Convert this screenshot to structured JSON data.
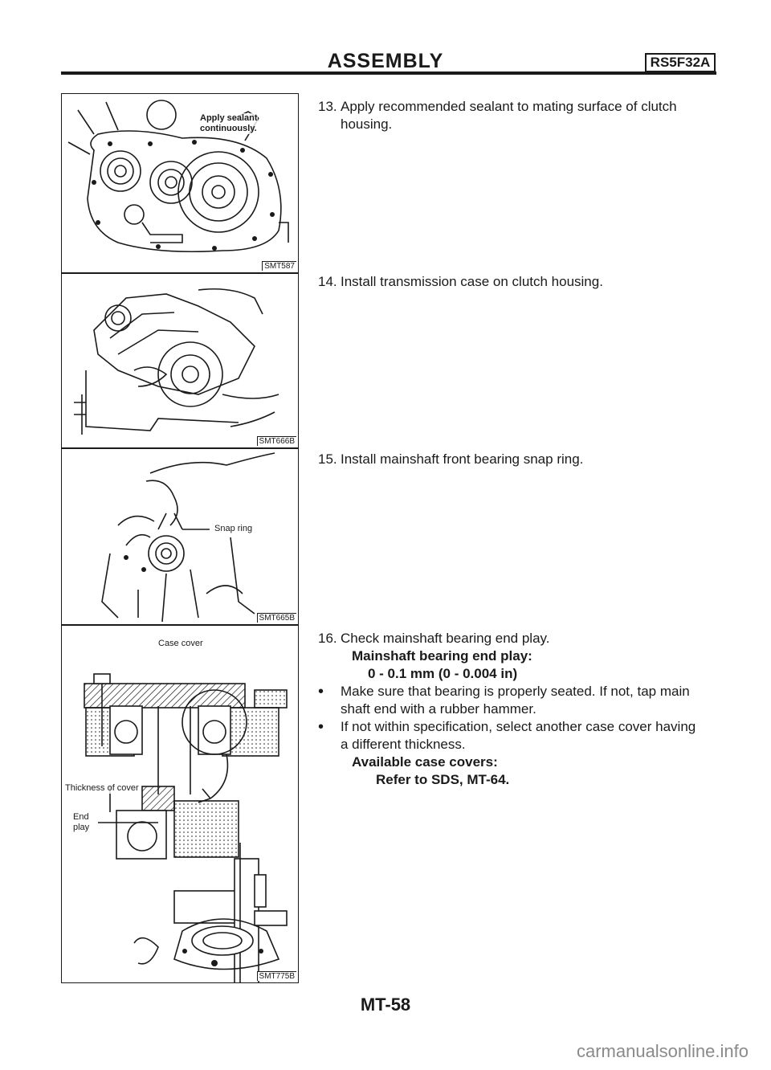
{
  "header": {
    "title": "ASSEMBLY",
    "tag": "RS5F32A"
  },
  "figures": [
    {
      "code": "SMT587",
      "callouts": [
        "Apply sealant",
        "continuously."
      ]
    },
    {
      "code": "SMT666B",
      "callouts": []
    },
    {
      "code": "SMT665B",
      "callouts": [
        "Snap ring"
      ]
    },
    {
      "code": "SMT775B",
      "callouts": [
        "Case cover",
        "Thickness of cover",
        "End",
        "play"
      ]
    }
  ],
  "steps": [
    {
      "number": "13.",
      "lines": [
        "Apply recommended sealant to mating surface of clutch",
        "housing."
      ]
    },
    {
      "number": "14.",
      "lines": [
        "Install transmission case on clutch housing."
      ]
    },
    {
      "number": "15.",
      "lines": [
        "Install mainshaft front bearing snap ring."
      ]
    },
    {
      "number": "16.",
      "lines": [
        "Check mainshaft bearing end play."
      ],
      "spec_label": "Mainshaft bearing end play:",
      "spec_value": "0 - 0.1 mm (0 - 0.004 in)",
      "bullets": [
        {
          "lines": [
            "Make sure that bearing is properly seated. If not, tap main",
            "shaft end with a rubber hammer."
          ]
        },
        {
          "lines": [
            "If not within specification, select another case cover having",
            "a different thickness."
          ]
        }
      ],
      "avail_label": "Available case covers:",
      "avail_value": "Refer to SDS, MT-64."
    }
  ],
  "footer": {
    "page_number": "MT-58",
    "watermark": "carmanualsonline.info"
  }
}
